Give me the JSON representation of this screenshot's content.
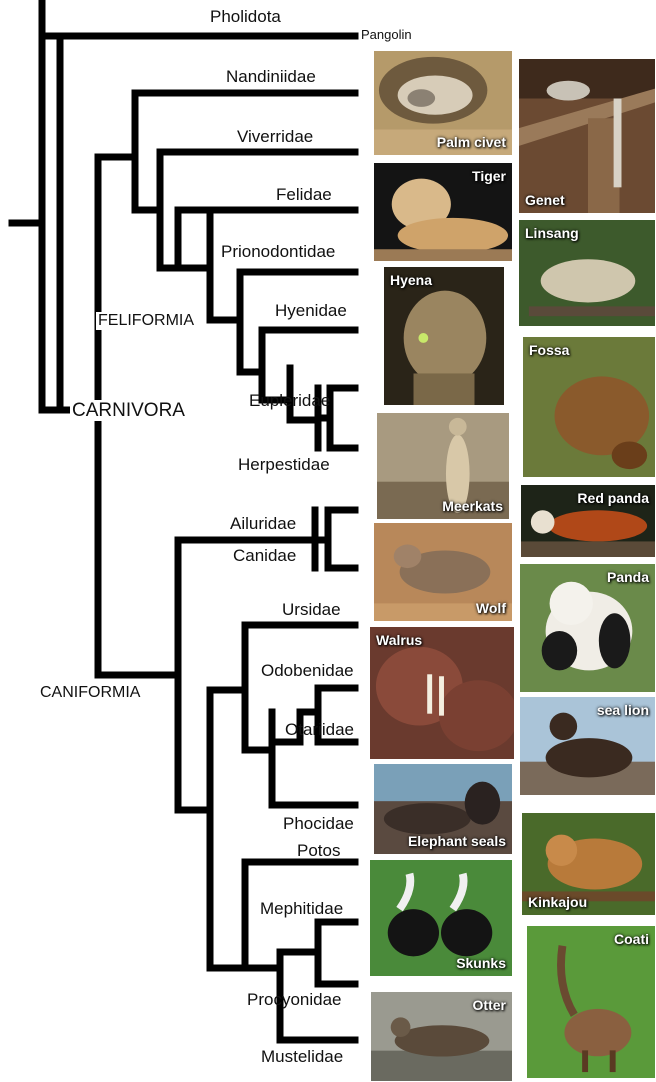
{
  "taxa": {
    "pholidota": "Pholidota",
    "pangolin": "Pangolin",
    "nandiniidae": "Nandiniidae",
    "viverridae": "Viverridae",
    "felidae": "Felidae",
    "prionodontidae": "Prionodontidae",
    "hyenidae": "Hyenidae",
    "eupleridae": "Eupleridae",
    "herpestidae": "Herpestidae",
    "ailuridae": "Ailuridae",
    "canidae": "Canidae",
    "ursidae": "Ursidae",
    "odobenidae": "Odobenidae",
    "otariidae": "Otariidae",
    "phocidae": "Phocidae",
    "potos": "Potos",
    "mephitidae": "Mephitidae",
    "procyonidae": "Procyonidae",
    "mustelidae": "Mustelidae"
  },
  "clades": {
    "carnivora": "CARNIVORA",
    "feliformia": "FELIFORMIA",
    "caniformia": "CANIFORMIA"
  },
  "photos": {
    "palm_civet": "Palm civet",
    "genet": "Genet",
    "tiger": "Tiger",
    "linsang": "Linsang",
    "hyena": "Hyena",
    "fossa": "Fossa",
    "meerkats": "Meerkats",
    "red_panda": "Red panda",
    "wolf": "Wolf",
    "panda": "Panda",
    "walrus": "Walrus",
    "sea_lion": "sea lion",
    "elephant_seals": "Elephant seals",
    "kinkajou": "Kinkajou",
    "skunks": "Skunks",
    "coati": "Coati",
    "otter": "Otter"
  },
  "colors": {
    "branch": "#000000",
    "caption": "#ffffff"
  }
}
